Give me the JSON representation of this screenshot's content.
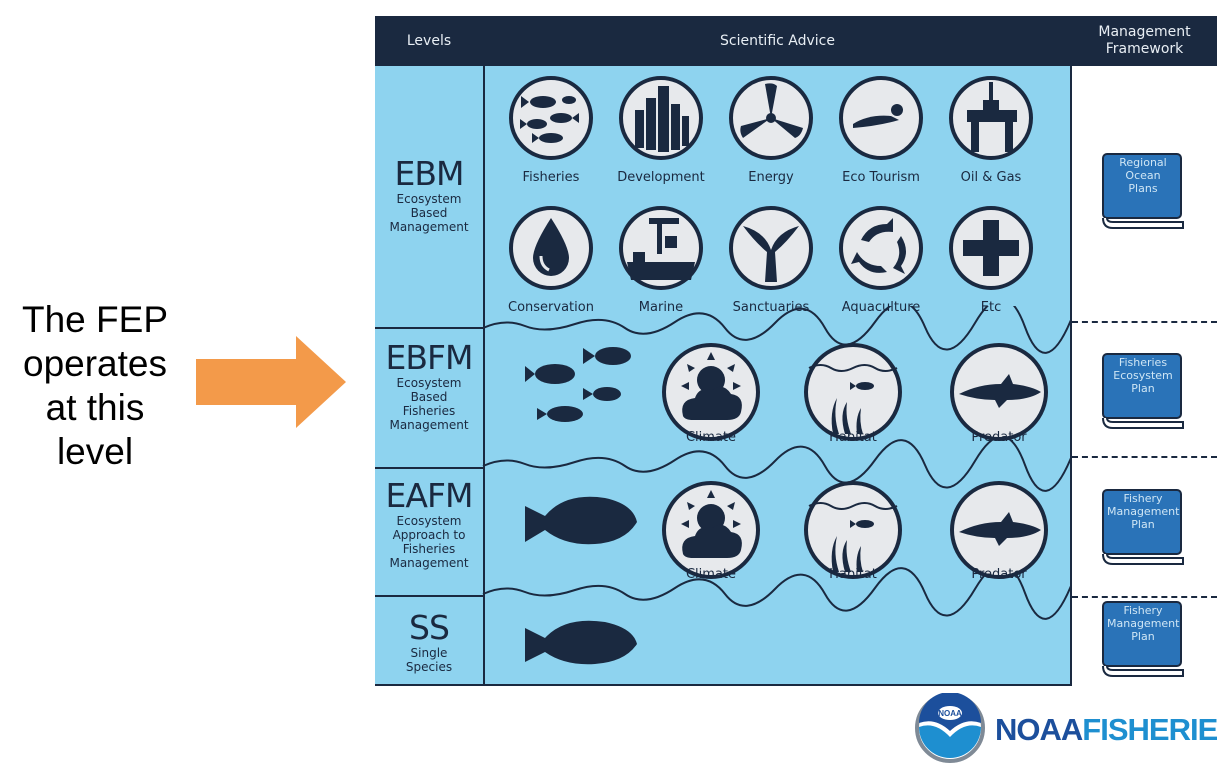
{
  "side_note": {
    "lines": [
      "The FEP",
      "operates",
      "at this",
      "level"
    ]
  },
  "headers": {
    "levels": "Levels",
    "scientific_advice": "Scientific Advice",
    "management_line1": "Management",
    "management_line2": "Framework"
  },
  "levels": [
    {
      "abbr": "EBM",
      "full": [
        "Ecosystem",
        "Based",
        "Management"
      ]
    },
    {
      "abbr": "EBFM",
      "full": [
        "Ecosystem",
        "Based",
        "Fisheries",
        "Management"
      ]
    },
    {
      "abbr": "EAFM",
      "full": [
        "Ecosystem",
        "Approach to",
        "Fisheries",
        "Management"
      ]
    },
    {
      "abbr": "SS",
      "full": [
        "Single",
        "Species"
      ]
    }
  ],
  "ebm_icons": [
    "Fisheries",
    "Development",
    "Energy",
    "Eco Tourism",
    "Oil & Gas",
    "Conservation",
    "Marine",
    "Sanctuaries",
    "Aquaculture",
    "Etc"
  ],
  "ebfm_icons": [
    "Climate",
    "Habitat",
    "Predator"
  ],
  "eafm_icons": [
    "Climate",
    "Habitat",
    "Predator"
  ],
  "plans": [
    [
      "Regional",
      "Ocean",
      "Plans"
    ],
    [
      "Fisheries",
      "Ecosystem",
      "Plan"
    ],
    [
      "Fishery",
      "Management",
      "Plan"
    ],
    [
      "Fishery",
      "Management",
      "Plan"
    ]
  ],
  "logo": {
    "word1": "NOAA",
    "word2": "FISHERIES",
    "emblem": "NOAA"
  },
  "colors": {
    "arrow": "#f39a4a",
    "panel": "#8ed3ef",
    "navy": "#1a2940",
    "brand": "#1c4f9c"
  }
}
